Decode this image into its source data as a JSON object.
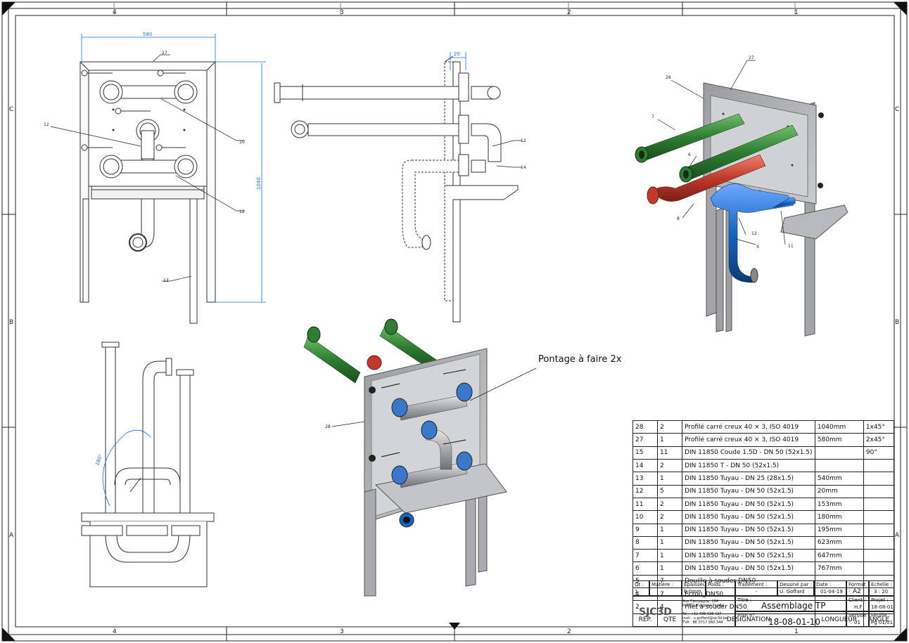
{
  "frame": {
    "columns": [
      "4",
      "3",
      "2",
      "1"
    ],
    "rows": [
      "C",
      "B",
      "A"
    ]
  },
  "dims": {
    "width_580": "580",
    "height_1040": "1040",
    "depth_20": "20",
    "angle_180": "180°"
  },
  "balloons": {
    "v1_27": "27",
    "v1_10": "10",
    "v1_12a": "12",
    "v1_12b": "12",
    "v1_13": "13",
    "v2_12": "12",
    "v2_14": "14",
    "iso_27": "27",
    "iso_28": "28",
    "iso_7": "7",
    "iso_6": "6",
    "iso_8": "8",
    "iso_12": "12",
    "iso_9": "9",
    "iso_11": "11",
    "iso2_28": "28"
  },
  "callout": "Pontage à faire 2x",
  "bom": {
    "rows": [
      {
        "rep": "28",
        "qte": "2",
        "des": "Profilé carré creux 40 × 3, ISO 4019",
        "len": "1040mm",
        "ang": "1x45°"
      },
      {
        "rep": "27",
        "qte": "1",
        "des": "Profilé carré creux 40 × 3, ISO 4019",
        "len": "580mm",
        "ang": "2x45°"
      },
      {
        "rep": "15",
        "qte": "11",
        "des": "DIN 11850 Coude 1.5D - DN 50 (52x1.5)",
        "len": "",
        "ang": "90°"
      },
      {
        "rep": "14",
        "qte": "2",
        "des": "DIN 11850 T - DN 50 (52x1.5)",
        "len": "",
        "ang": ""
      },
      {
        "rep": "13",
        "qte": "1",
        "des": "DIN 11850 Tuyau - DN 25 (28x1.5)",
        "len": "540mm",
        "ang": ""
      },
      {
        "rep": "12",
        "qte": "5",
        "des": "DIN 11850 Tuyau - DN 50 (52x1.5)",
        "len": "20mm",
        "ang": ""
      },
      {
        "rep": "11",
        "qte": "2",
        "des": "DIN 11850 Tuyau - DN 50 (52x1.5)",
        "len": "153mm",
        "ang": ""
      },
      {
        "rep": "10",
        "qte": "2",
        "des": "DIN 11850 Tuyau - DN 50 (52x1.5)",
        "len": "180mm",
        "ang": ""
      },
      {
        "rep": "9",
        "qte": "1",
        "des": "DIN 11850 Tuyau - DN 50 (52x1.5)",
        "len": "195mm",
        "ang": ""
      },
      {
        "rep": "8",
        "qte": "1",
        "des": "DIN 11850 Tuyau - DN 50 (52x1.5)",
        "len": "623mm",
        "ang": ""
      },
      {
        "rep": "7",
        "qte": "1",
        "des": "DIN 11850 Tuyau - DN 50 (52x1.5)",
        "len": "647mm",
        "ang": ""
      },
      {
        "rep": "6",
        "qte": "1",
        "des": "DIN 11850 Tuyau - DN 50 (52x1.5)",
        "len": "767mm",
        "ang": ""
      },
      {
        "rep": "5",
        "qte": "7",
        "des": "Douille à souder DN50",
        "len": "",
        "ang": ""
      },
      {
        "rep": "4",
        "qte": "7",
        "des": "Ecrou_DN50",
        "len": "",
        "ang": ""
      },
      {
        "rep": "2",
        "qte": "4",
        "des": "Filet à souder DN50",
        "len": "",
        "ang": ""
      }
    ],
    "headers": {
      "rep": "REP.",
      "qte": "QTE",
      "des": "DESIGNATION",
      "len": "LONGUEUR",
      "ang": "ANGLE"
    }
  },
  "title_block": {
    "qt_label": "Qt :",
    "qt_value": "1",
    "matiere_label": "Matière :",
    "matiere_value": "",
    "epaisseur_label": "Epaisseur :",
    "epaisseur_value": "0,0mm",
    "poids_label": "Poids :",
    "poids_value": "-",
    "traitement_label": "Traitement :",
    "traitement_value": "-",
    "dessine_label": "Dessiné par :",
    "dessine_value": "U. Goffard",
    "date_label": "Date :",
    "date_value": "01-04-19",
    "format_label": "Format :",
    "format_value": "A2",
    "echelle_label": "Echelle :",
    "echelle_value": "3 : 20",
    "titre_label": "Titre :",
    "titre_value": "Assemblage TP",
    "client_label": "Client :",
    "client_value": "H.F",
    "projet_label": "Projet :",
    "projet_value": "18-08-01",
    "plan_label": "Plan n°",
    "plan_value": "18-08-01-10",
    "version_label": "Version :",
    "version_value": "01",
    "feuille_label": "Feuille :",
    "feuille_value": "Pg 01/01",
    "company_logo": "SJC3D",
    "address1": "Rue Campagne, 194",
    "address2": "B-4631 Evegnée-Tignée",
    "tel": "Tél : +32 498 438 437",
    "mail": "mail : u.goffard@sjc3d.be",
    "tva": "TVA : BE 0717.960.544"
  },
  "colors": {
    "green": "#2e7d32",
    "red": "#c0392b",
    "blue": "#1565c0",
    "steel": "#b0b3b8",
    "dim_blue": "#1e6fd9"
  }
}
